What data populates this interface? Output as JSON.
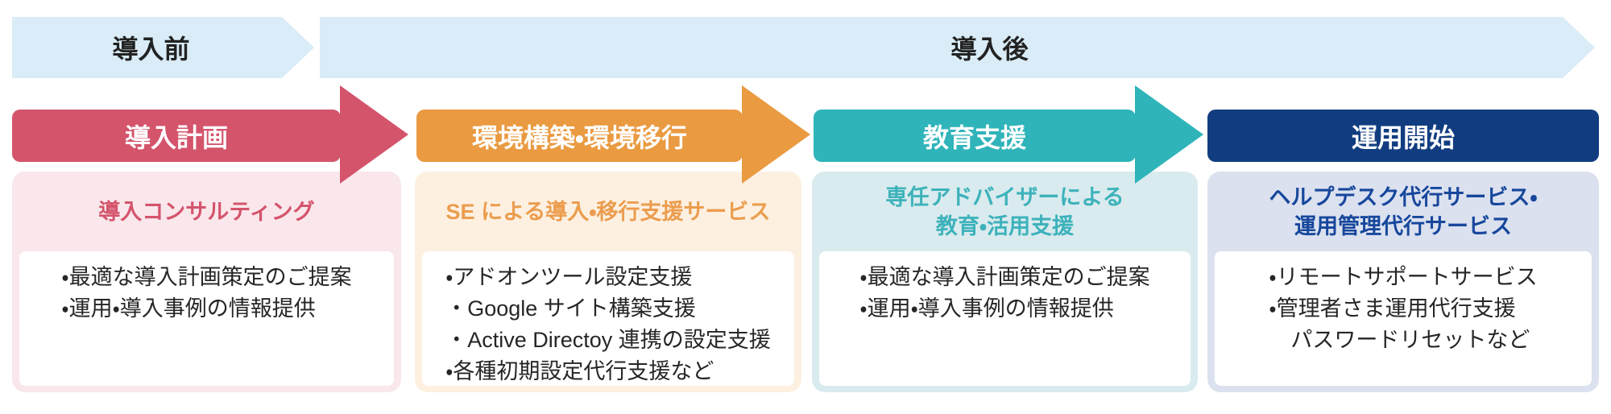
{
  "banners": {
    "before": "導入前",
    "after": "導入後",
    "bg_color": "#d9ecf7",
    "text_color": "#222222"
  },
  "arrow_text_color": "#ffffff",
  "phases": [
    {
      "arrow_label": "導入計画",
      "color": "#d4546c",
      "light_bg": "#fae7eb",
      "title_color": "#d4546c",
      "title_lines": [
        "導入コンサルティング"
      ],
      "bullets": [
        "・最適な導入計画策定のご提案",
        "・運用・導入事例の情報提供"
      ]
    },
    {
      "arrow_label": "環境構築・環境移行",
      "color": "#ea9a41",
      "light_bg": "#fdf0e1",
      "title_color": "#eb9d4e",
      "title_lines": [
        "SE による導入・移行支援サービス"
      ],
      "bullets": [
        "・アドオンツール設定支援",
        "・Google サイト構築支援",
        "・Active Directoy 連携の設定支援",
        "・各種初期設定代行支援など"
      ]
    },
    {
      "arrow_label": "教育支援",
      "color": "#2fb4ba",
      "light_bg": "#d9ebee",
      "title_color": "#3db2bb",
      "title_lines": [
        "専任アドバイザーによる",
        "教育・活用支援"
      ],
      "bullets": [
        "・最適な導入計画策定のご提案",
        "・運用・導入事例の情報提供"
      ]
    },
    {
      "arrow_label": "運用開始",
      "color": "#113d80",
      "light_bg": "#dbe1ef",
      "title_color": "#17479c",
      "title_lines": [
        "ヘルプデスク代行サービス・",
        "運用管理代行サービス"
      ],
      "bullets": [
        "・リモートサポートサービス",
        "・管理者さま運用代行支援",
        "　パスワードリセットなど"
      ]
    }
  ]
}
